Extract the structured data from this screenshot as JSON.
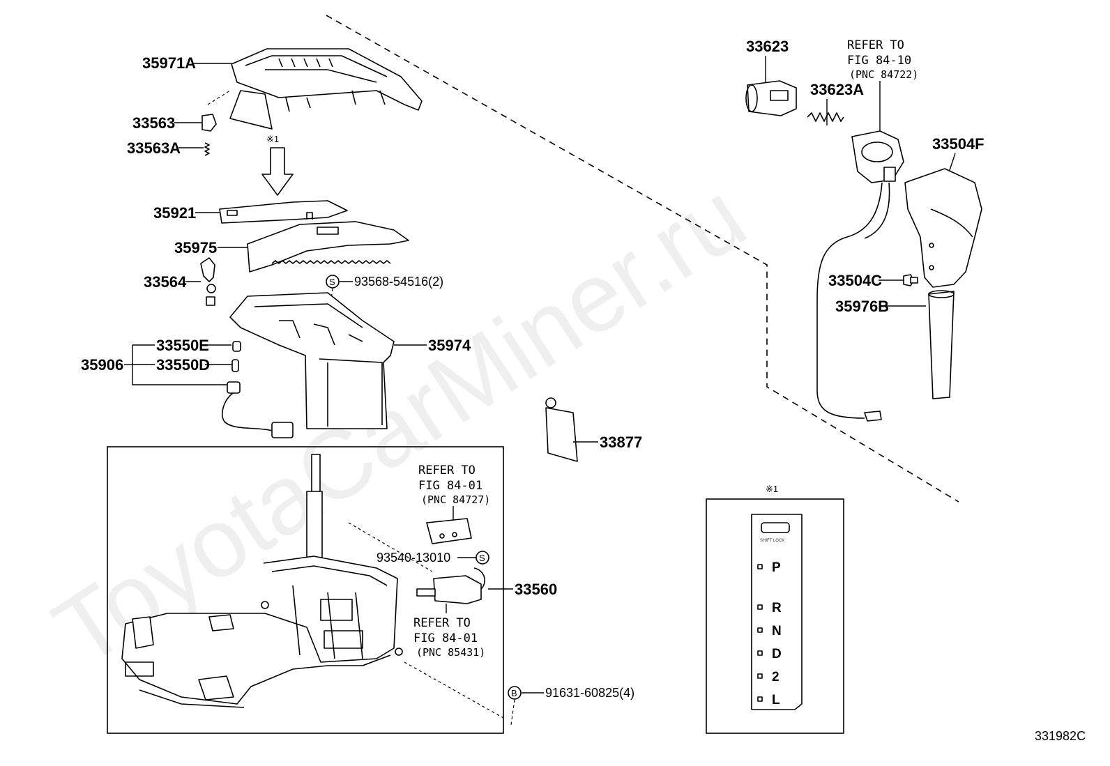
{
  "watermark": "ToyotaCarMiner.ru",
  "figure_id": "331982C",
  "note_symbol": "※1",
  "parts": {
    "p35971A": "35971A",
    "p33563": "33563",
    "p33563A": "33563A",
    "p35921": "35921",
    "p35975": "35975",
    "p33564": "33564",
    "p35906": "35906",
    "p33550E": "33550E",
    "p33550D": "33550D",
    "p35974": "35974",
    "p33877": "33877",
    "p33560": "33560",
    "p33623": "33623",
    "p33623A": "33623A",
    "p33504F": "33504F",
    "p33504C": "33504C",
    "p35976B": "35976B"
  },
  "fasteners": [
    {
      "symbol": "S",
      "part_no": "93568-54516(2)"
    },
    {
      "symbol": "S",
      "part_no": "93540-13010"
    },
    {
      "symbol": "B",
      "part_no": "91631-60825(4)"
    }
  ],
  "references": [
    {
      "line1": "REFER TO",
      "line2": "FIG 84-10",
      "line3": "(PNC 84722)"
    },
    {
      "line1": "REFER TO",
      "line2": "FIG 84-01",
      "line3": "(PNC 84727)"
    },
    {
      "line1": "REFER TO",
      "line2": "FIG 84-01",
      "line3": "(PNC 85431)"
    }
  ],
  "indicator_panel": {
    "shift_lock_label": "SHIFT LOCK",
    "positions": [
      "P",
      "R",
      "N",
      "D",
      "2",
      "L"
    ]
  }
}
